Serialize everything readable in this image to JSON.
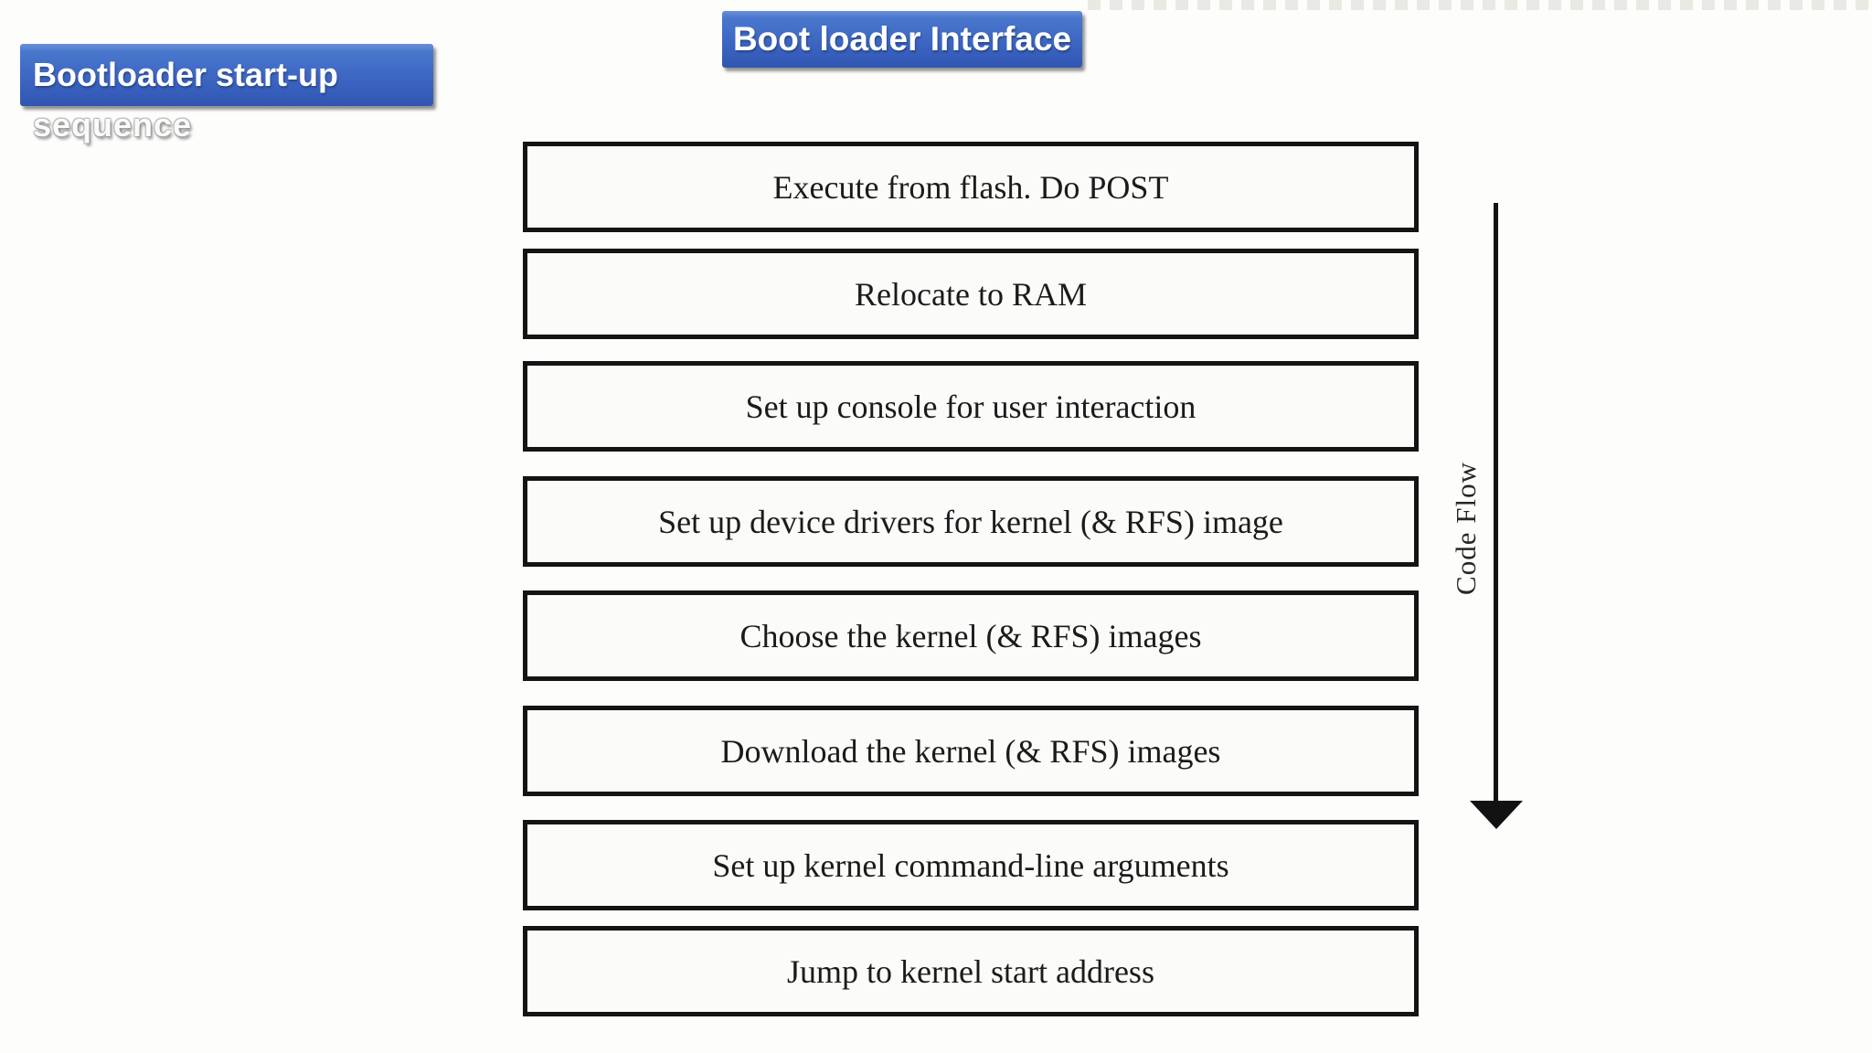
{
  "page": {
    "background": "#fdfdfb",
    "accent_color": "#3c66c2"
  },
  "header": {
    "title": "Boot loader Interface",
    "subtitle_line1": "Bootloader start-up",
    "subtitle_line2": "sequence"
  },
  "flow": {
    "steps": [
      "Execute from flash. Do POST",
      "Relocate to RAM",
      "Set up console for user interaction",
      "Set up device drivers for kernel (& RFS) image",
      "Choose the kernel (& RFS) images",
      "Download the kernel (& RFS) images",
      "Set up kernel command-line arguments",
      "Jump to kernel start address"
    ],
    "arrow_label": "Code Flow",
    "arrow_direction": "down"
  }
}
